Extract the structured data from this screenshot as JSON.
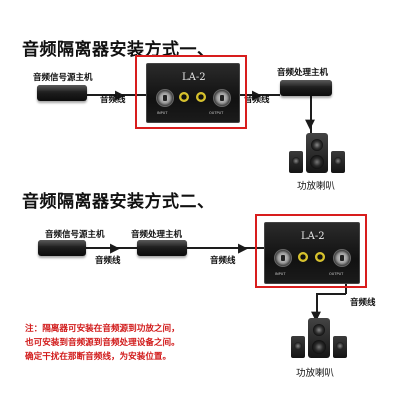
{
  "method1": {
    "title": "音频隔离器安装方式一、",
    "source_label": "音频信号源主机",
    "cable_label_left": "音频线",
    "isolator_model": "LA-2",
    "cable_label_right": "音频线",
    "processor_label": "音频处理主机",
    "speaker_label": "功放喇叭",
    "port_in": "INPUT",
    "port_out": "OUTPUT"
  },
  "method2": {
    "title": "音频隔离器安装方式二、",
    "source_label": "音频信号源主机",
    "cable_label_1": "音频线",
    "processor_label": "音频处理主机",
    "cable_label_2": "音频线",
    "isolator_model": "LA-2",
    "cable_label_3": "音频线",
    "speaker_label": "功放喇叭",
    "port_in": "INPUT",
    "port_out": "OUTPUT"
  },
  "note": {
    "line1": "注：隔离器可安装在音频源到功放之间，",
    "line2": "也可安装到音频源到音频处理设备之间。",
    "line3": "确定干扰在那断音频线，为安装位置。"
  },
  "colors": {
    "highlight_box": "#d81d1d",
    "note_text": "#d11a1a",
    "jack_gold": "#e2cd3a"
  }
}
